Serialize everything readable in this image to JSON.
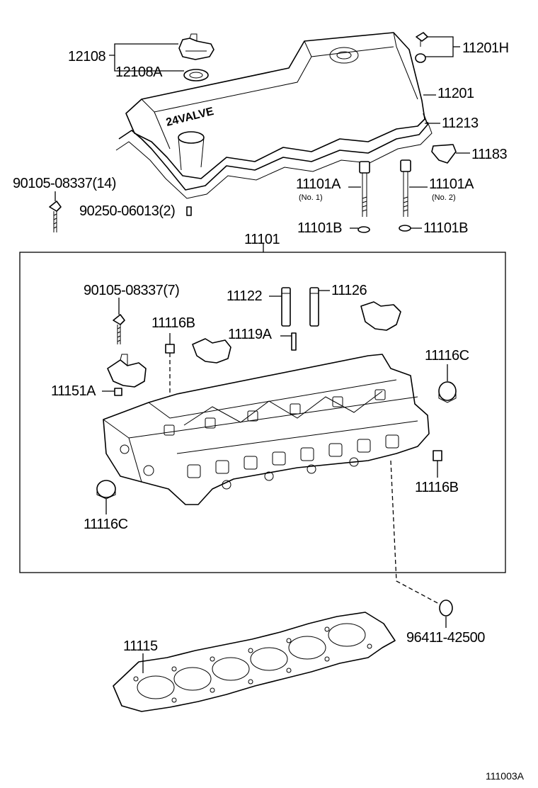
{
  "labels": {
    "p12108": "12108",
    "p12108A": "12108A",
    "p11201H": "11201H",
    "p11201": "11201",
    "p11213": "11213",
    "p11183": "11183",
    "p90105_14": "90105-08337(14)",
    "p90250": "90250-06013(2)",
    "p11101A_1": "11101A",
    "p11101A_1_note": "(No. 1)",
    "p11101A_2": "11101A",
    "p11101A_2_note": "(No. 2)",
    "p11101B_1": "11101B",
    "p11101B_2": "11101B",
    "p11101": "11101",
    "p90105_7": "90105-08337(7)",
    "p11122": "11122",
    "p11126": "11126",
    "p11116B_top": "11116B",
    "p11119A": "11119A",
    "p11116C_right": "11116C",
    "p11151A": "11151A",
    "p11116B_right": "11116B",
    "p11116C_left": "11116C",
    "p11115": "11115",
    "p96411": "96411-42500"
  },
  "cover_emboss": "24VALVE",
  "diagram_code": "111003A"
}
